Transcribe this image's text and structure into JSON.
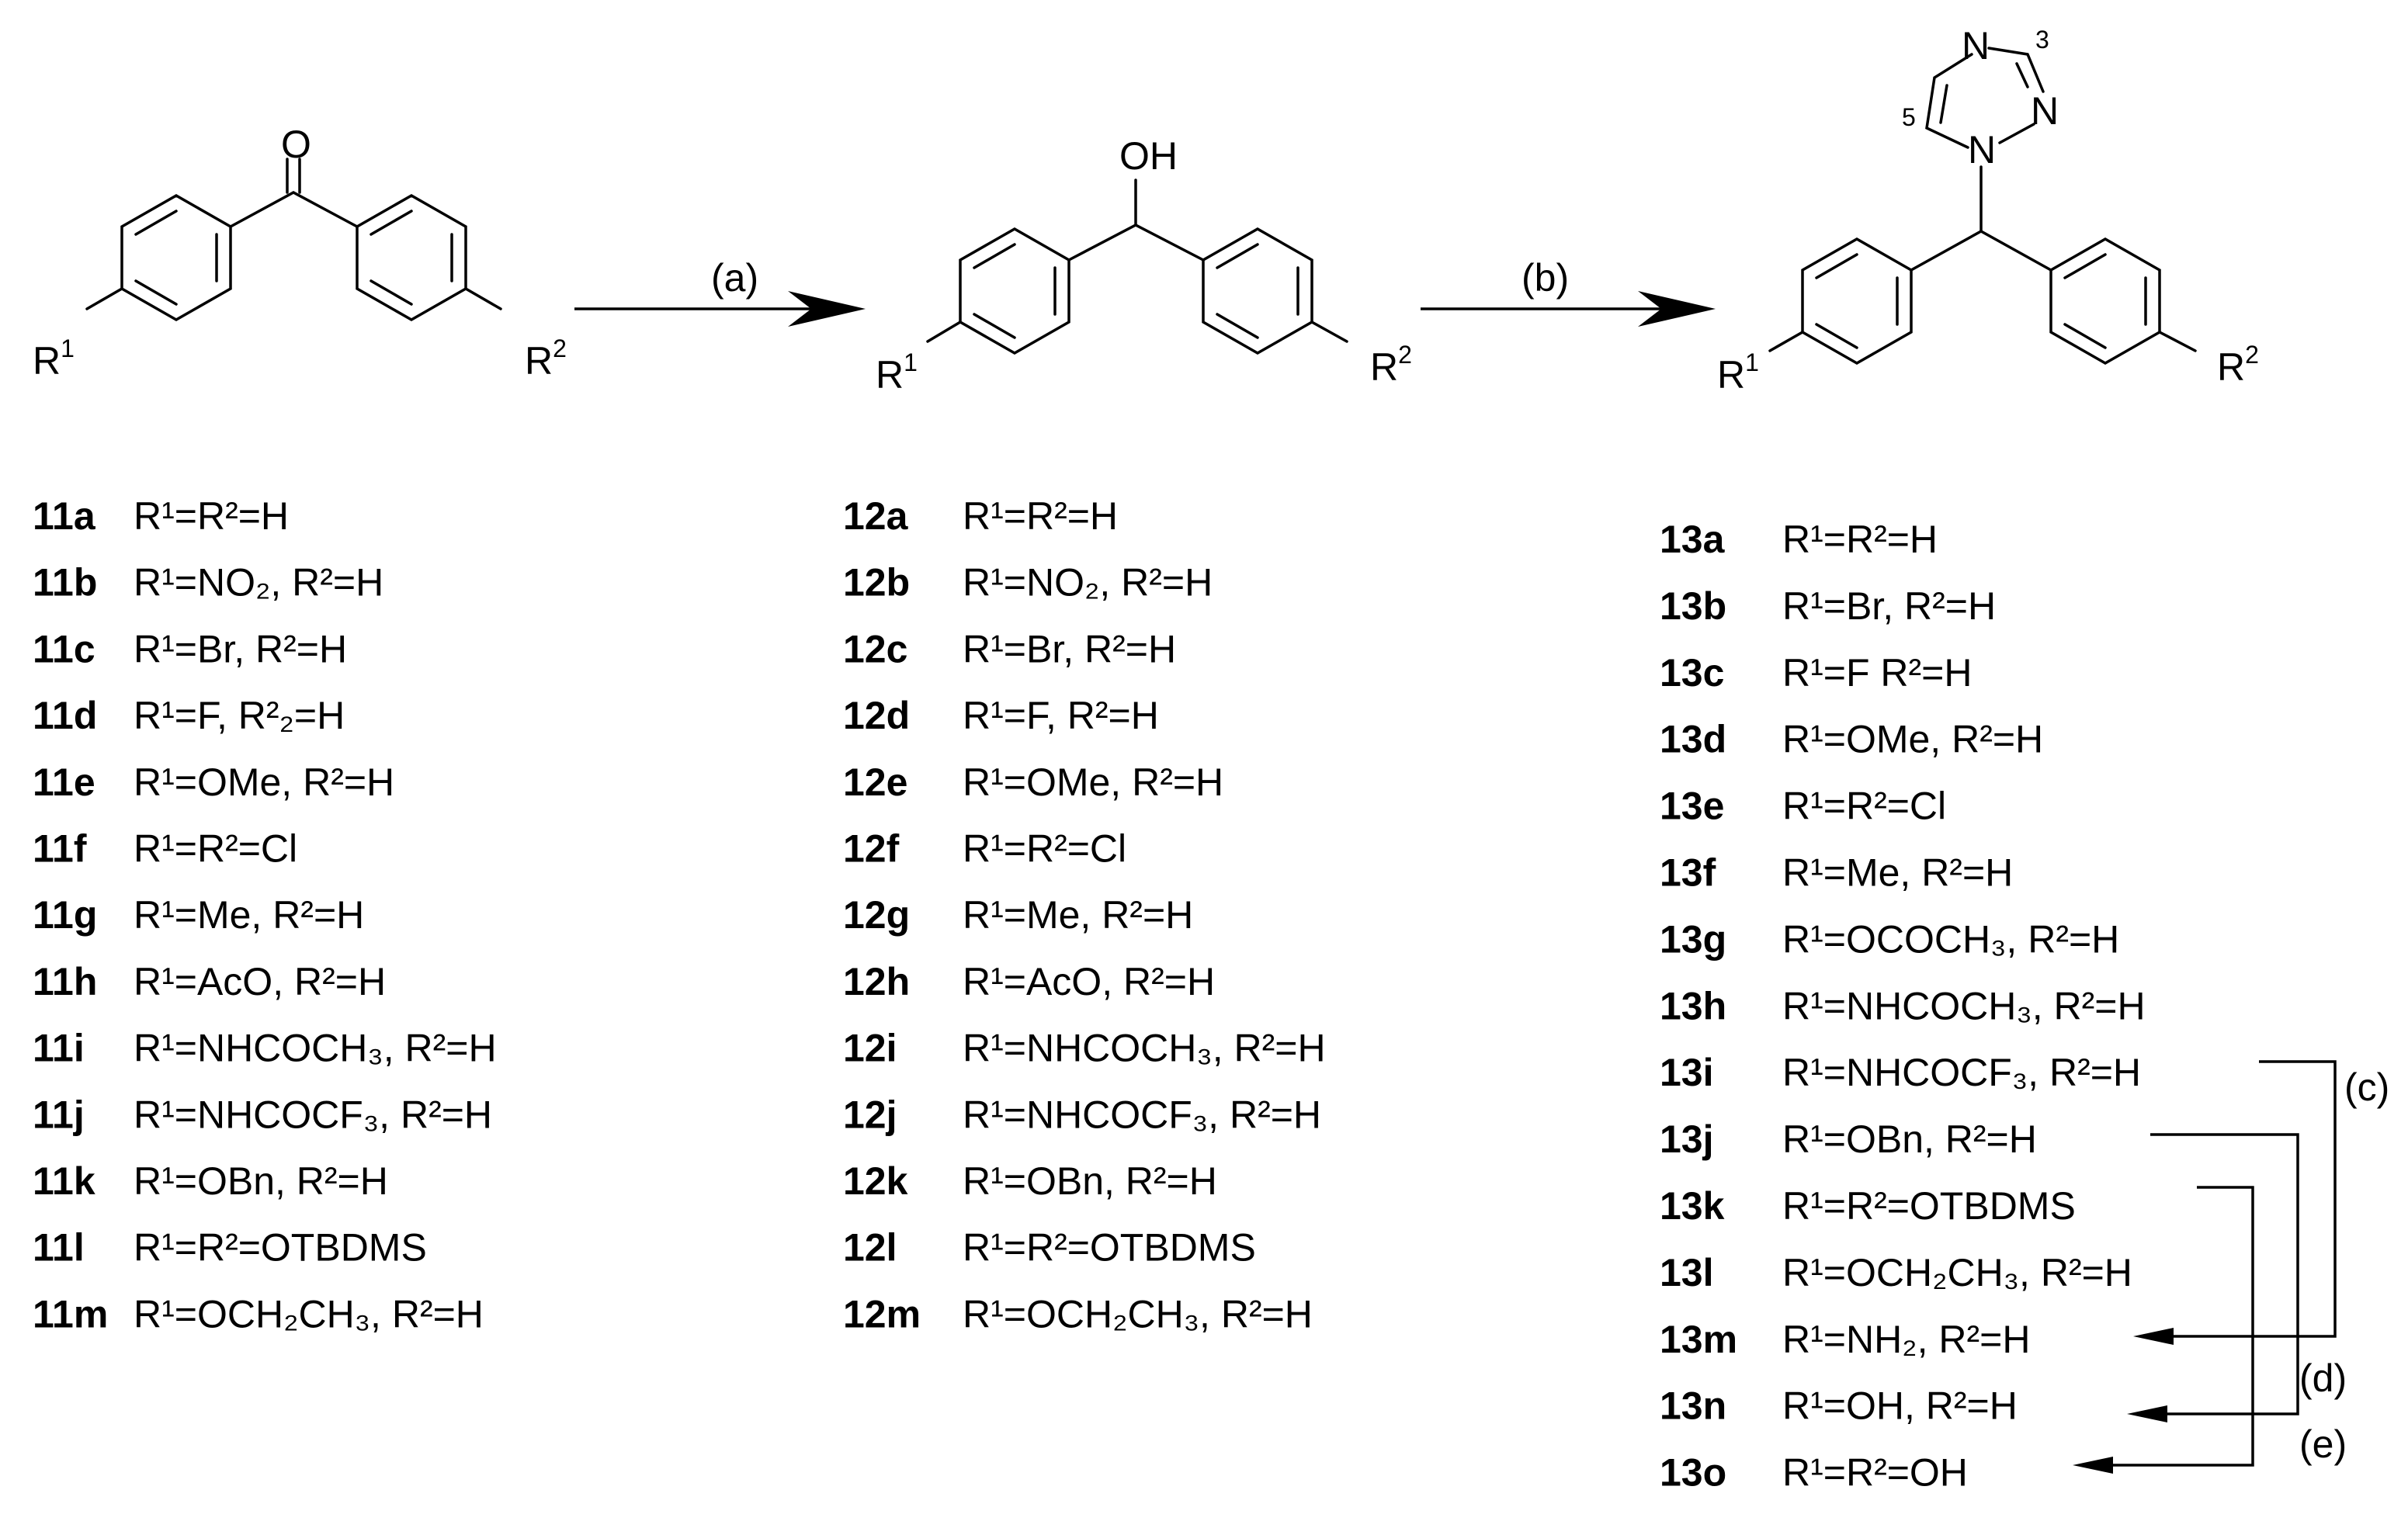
{
  "reaction_arrows": [
    "(a)",
    "(b)"
  ],
  "deprotection_labels": [
    "(c)",
    "(d)",
    "(e)"
  ],
  "structures": {
    "ketone": {
      "atom": "O",
      "r1": "R",
      "r1_sup": "1",
      "r2": "R",
      "r2_sup": "2"
    },
    "alcohol": {
      "atom": "OH",
      "r1": "R",
      "r1_sup": "1",
      "r2": "R",
      "r2_sup": "2"
    },
    "triazole": {
      "n_top": "N",
      "n_right": "N",
      "n_bottom": "N",
      "pos3": "3",
      "pos5": "5",
      "r1": "R",
      "r1_sup": "1",
      "r2": "R",
      "r2_sup": "2"
    }
  },
  "series_11": [
    {
      "id": "11a",
      "text": "R¹=R²=H"
    },
    {
      "id": "11b",
      "text": "R¹=NO₂, R²=H"
    },
    {
      "id": "11c",
      "text": "R¹=Br, R²=H"
    },
    {
      "id": "11d",
      "text": "R¹=F, R²₂=H"
    },
    {
      "id": "11e",
      "text": "R¹=OMe, R²=H"
    },
    {
      "id": "11f",
      "text": "R¹=R²=Cl"
    },
    {
      "id": "11g",
      "text": "R¹=Me, R²=H"
    },
    {
      "id": "11h",
      "text": "R¹=AcO, R²=H"
    },
    {
      "id": "11i",
      "text": "R¹=NHCOCH₃, R²=H"
    },
    {
      "id": "11j",
      "text": "R¹=NHCOCF₃, R²=H"
    },
    {
      "id": "11k",
      "text": "R¹=OBn, R²=H"
    },
    {
      "id": "11l",
      "text": "R¹=R²=OTBDMS"
    },
    {
      "id": "11m",
      "text": "R¹=OCH₂CH₃, R²=H"
    }
  ],
  "series_12": [
    {
      "id": "12a",
      "text": "R¹=R²=H"
    },
    {
      "id": "12b",
      "text": "R¹=NO₂, R²=H"
    },
    {
      "id": "12c",
      "text": "R¹=Br, R²=H"
    },
    {
      "id": "12d",
      "text": "R¹=F, R²=H"
    },
    {
      "id": "12e",
      "text": "R¹=OMe, R²=H"
    },
    {
      "id": "12f",
      "text": "R¹=R²=Cl"
    },
    {
      "id": "12g",
      "text": "R¹=Me, R²=H"
    },
    {
      "id": "12h",
      "text": "R¹=AcO, R²=H"
    },
    {
      "id": "12i",
      "text": "R¹=NHCOCH₃, R²=H"
    },
    {
      "id": "12j",
      "text": "R¹=NHCOCF₃, R²=H"
    },
    {
      "id": "12k",
      "text": "R¹=OBn, R²=H"
    },
    {
      "id": "12l",
      "text": "R¹=R²=OTBDMS"
    },
    {
      "id": "12m",
      "text": "R¹=OCH₂CH₃, R²=H"
    }
  ],
  "series_13": [
    {
      "id": "13a",
      "text": "R¹=R²=H"
    },
    {
      "id": "13b",
      "text": "R¹=Br, R²=H"
    },
    {
      "id": "13c",
      "text": "R¹=F R²=H"
    },
    {
      "id": "13d",
      "text": "R¹=OMe, R²=H"
    },
    {
      "id": "13e",
      "text": "R¹=R²=Cl"
    },
    {
      "id": "13f",
      "text": "R¹=Me, R²=H"
    },
    {
      "id": "13g",
      "text": "R¹=OCOCH₃, R²=H"
    },
    {
      "id": "13h",
      "text": "R¹=NHCOCH₃, R²=H"
    },
    {
      "id": "13i",
      "text": "R¹=NHCOCF₃, R²=H"
    },
    {
      "id": "13j",
      "text": "R¹=OBn, R²=H"
    },
    {
      "id": "13k",
      "text": "R¹=R²=OTBDMS"
    },
    {
      "id": "13l",
      "text": "R¹=OCH₂CH₃, R²=H"
    },
    {
      "id": "13m",
      "text": "R¹=NH₂, R²=H"
    },
    {
      "id": "13n",
      "text": "R¹=OH, R²=H"
    },
    {
      "id": "13o",
      "text": "R¹=R²=OH"
    }
  ]
}
